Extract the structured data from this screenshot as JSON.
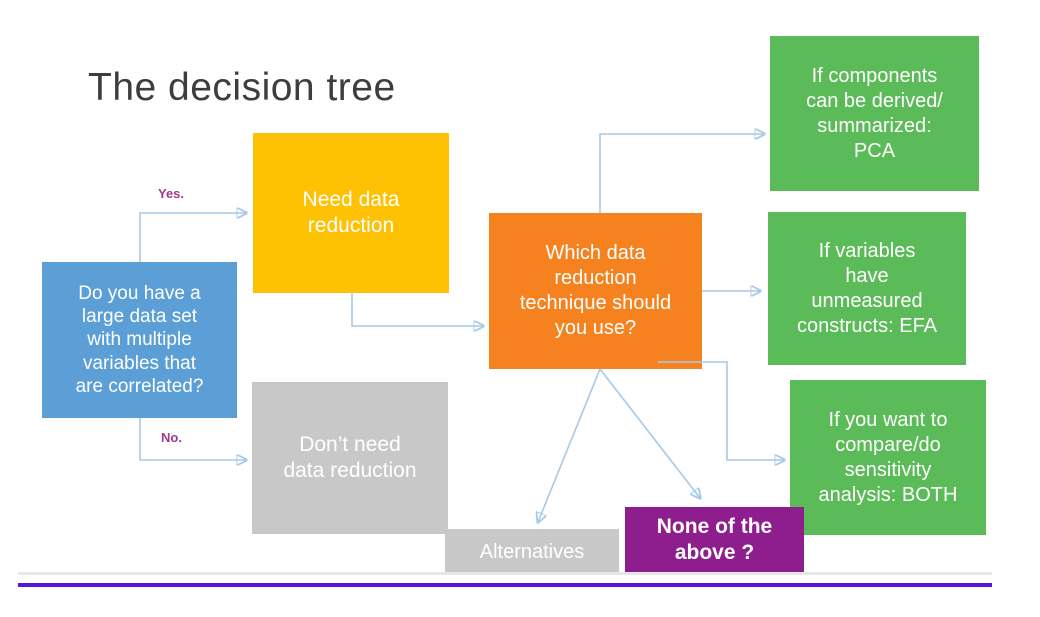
{
  "page": {
    "title": "The decision tree"
  },
  "edge_labels": {
    "yes": "Yes.",
    "no": "No."
  },
  "nodes": {
    "question": "Do you have a\nlarge data set\nwith multiple\nvariables that\nare correlated?",
    "need_reduction": "Need data\nreduction",
    "dont_need_reduction": "Don’t need\ndata reduction",
    "which_technique": "Which data\nreduction\ntechnique should\nyou use?",
    "pca": "If components\ncan be derived/\nsummarized:\nPCA",
    "efa": "If variables\nhave\nunmeasured\nconstructs: EFA",
    "both": "If you want to\ncompare/do\nsensitivity\nanalysis: BOTH",
    "alternatives": "Alternatives",
    "none_of_above": "None of the\nabove ?"
  },
  "colors": {
    "question_blue": "#5B9FD6",
    "need_yellow": "#FFC104",
    "which_orange": "#F6821F",
    "outcome_green": "#5CBB59",
    "none_purple": "#8E1D8D",
    "neutral_gray": "#C8C8C8",
    "connector_blue": "#A6C9E8",
    "arrowhead_blue": "#4C96D7",
    "edge_label_magenta": "#A13894",
    "bottom_rule_purple": "#5812E1",
    "bottom_rule_gray": "#E7E7E7",
    "title_gray": "#3D3D3D"
  }
}
